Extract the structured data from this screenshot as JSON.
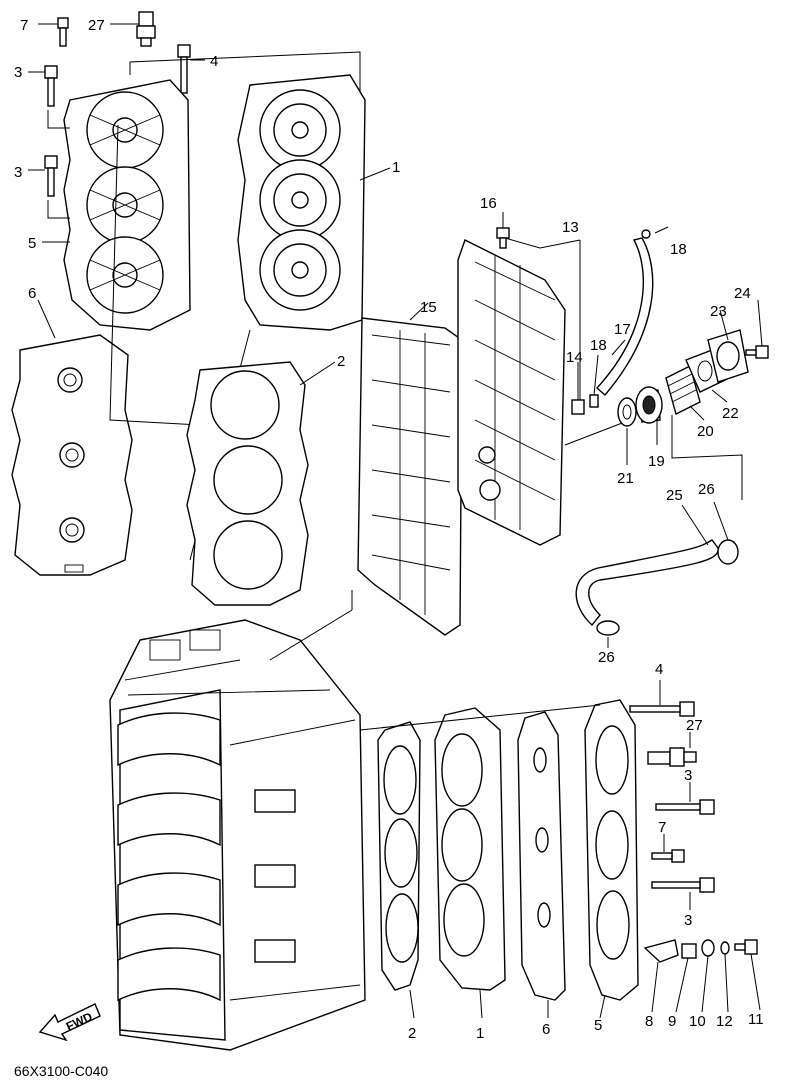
{
  "diagram_code": "66X3100-C040",
  "fwd_label": "FWD",
  "callouts": [
    "1",
    "2",
    "3",
    "4",
    "5",
    "6",
    "7",
    "8",
    "9",
    "10",
    "11",
    "12",
    "13",
    "14",
    "15",
    "16",
    "17",
    "18",
    "19",
    "20",
    "21",
    "22",
    "23",
    "24",
    "25",
    "26",
    "27"
  ]
}
